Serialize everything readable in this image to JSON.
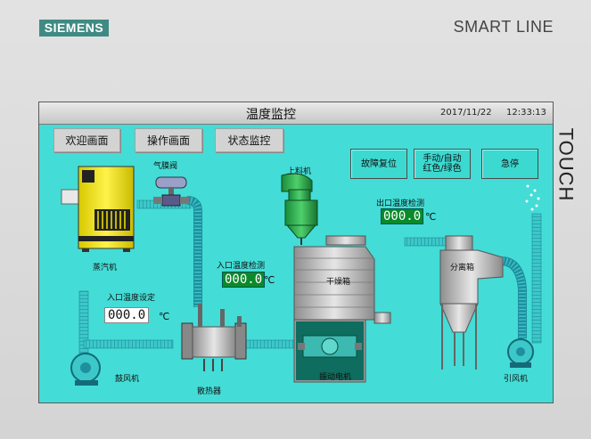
{
  "bezel": {
    "brand": "SIEMENS",
    "model": "SMART LINE",
    "touch": "TOUCH"
  },
  "header": {
    "title": "温度监控",
    "date": "2017/11/22",
    "time": "12:33:13"
  },
  "nav": [
    {
      "label": "欢迎画面"
    },
    {
      "label": "操作画面"
    },
    {
      "label": "状态监控"
    }
  ],
  "controls": {
    "fault_reset": "故障复位",
    "manual_auto": "手动/自动\n红色/绿色",
    "estop": "急停"
  },
  "equipment": {
    "steam": "蒸汽机",
    "valve": "气膜阀",
    "feeder": "上料机",
    "dryer": "干燥箱",
    "separator": "分离箱",
    "blower": "鼓风机",
    "radiator": "散热器",
    "motor": "振动电机",
    "fan": "引风机"
  },
  "readouts": {
    "inlet_setpoint_label": "入口温度设定",
    "inlet_setpoint_value": "000.0",
    "inlet_detect_label": "入口温度检测",
    "inlet_detect_value": "000.0",
    "outlet_detect_label": "出口温度检测",
    "outlet_detect_value": "000.0",
    "unit": "℃"
  },
  "colors": {
    "screen_bg": "#44dcd6",
    "readout_green": "#0a8a2a",
    "steam_yellow": "#f2e800",
    "equipment_gray": "#b5b5b5"
  }
}
